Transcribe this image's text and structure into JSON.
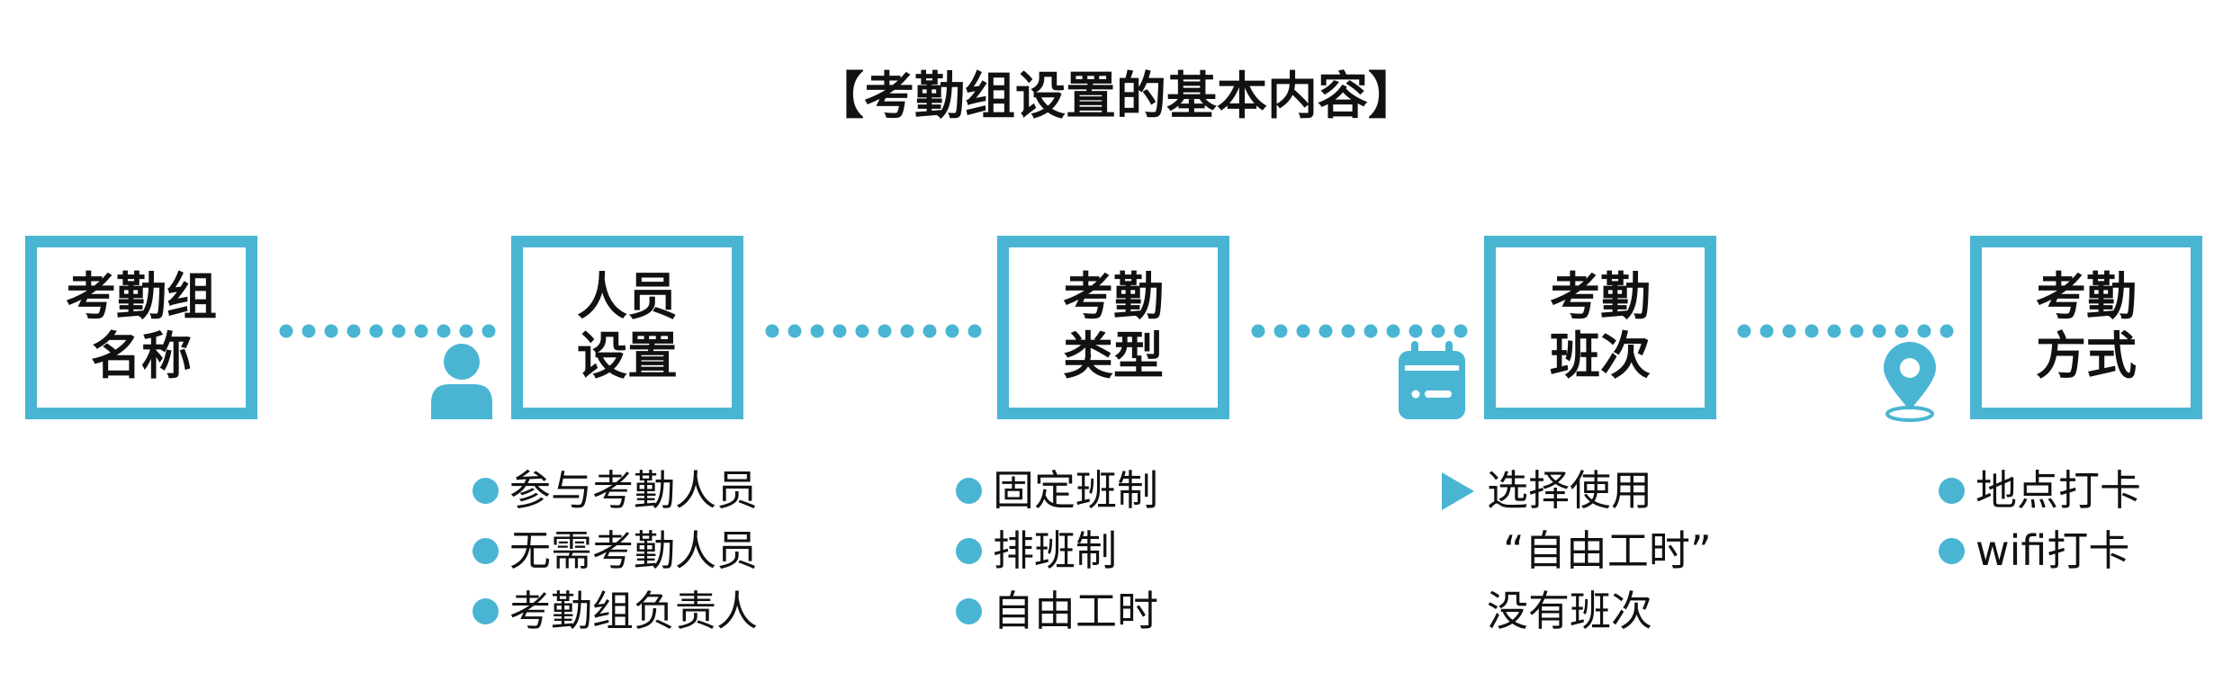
{
  "title": "【考勤组设置的基本内容】",
  "accent_color": "#4ab5d3",
  "steps": [
    {
      "lines": [
        "考勤组",
        "名称"
      ]
    },
    {
      "lines": [
        "人员",
        "设置"
      ],
      "icon": "person-icon"
    },
    {
      "lines": [
        "考勤",
        "类型"
      ]
    },
    {
      "lines": [
        "考勤",
        "班次"
      ],
      "icon": "calendar-icon"
    },
    {
      "lines": [
        "考勤",
        "方式"
      ],
      "icon": "location-pin-icon"
    }
  ],
  "details": {
    "personnel": [
      "参与考勤人员",
      "无需考勤人员",
      "考勤组负责人"
    ],
    "type": [
      "固定班制",
      "排班制",
      "自由工时"
    ],
    "shift": [
      "选择使用",
      "“自由工时”",
      "没有班次"
    ],
    "method": [
      "地点打卡",
      "wifi打卡"
    ]
  }
}
